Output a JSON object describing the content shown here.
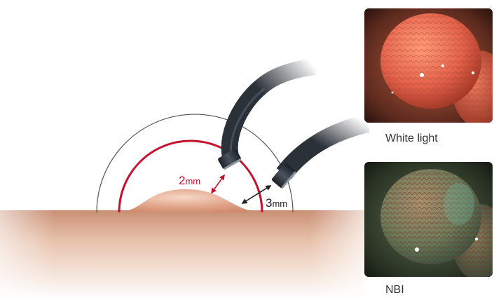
{
  "measurements": {
    "inner": {
      "value": "2",
      "unit": "mm",
      "color": "#c4122f"
    },
    "outer": {
      "value": "3",
      "unit": "mm",
      "color": "#222222"
    }
  },
  "images": [
    {
      "caption": "White light",
      "mode": "white-light"
    },
    {
      "caption": "NBI",
      "mode": "narrow-band-imaging"
    }
  ],
  "colors": {
    "inner_arc": "#c4122f",
    "outer_arc": "#444444",
    "endoscope": "#2b3138",
    "tissue": "#e4b9a2"
  }
}
